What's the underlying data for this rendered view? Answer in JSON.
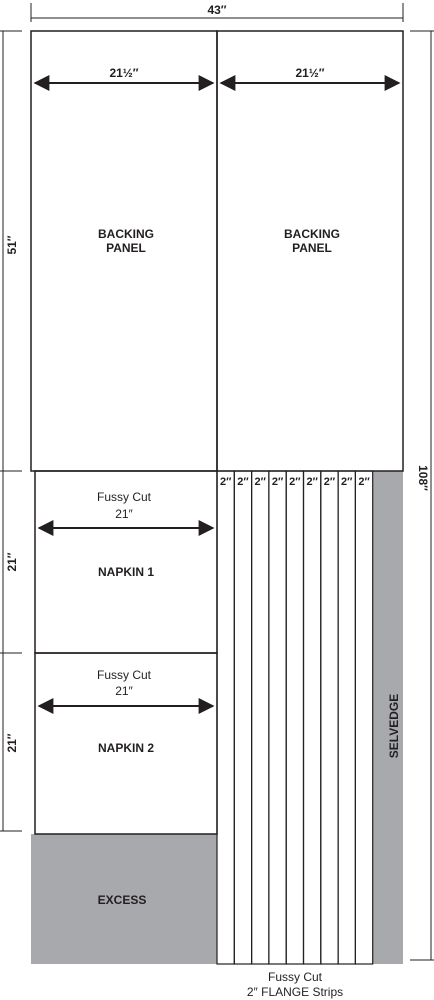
{
  "dimensions": {
    "total_width": "43″",
    "panel_left_width": "21½″",
    "panel_right_width": "21½″",
    "backing_height": "51″",
    "napkin1_height": "21″",
    "napkin2_height": "21″",
    "total_length": "108″"
  },
  "panels": {
    "backing_left": [
      "BACKING",
      "PANEL"
    ],
    "backing_right": [
      "BACKING",
      "PANEL"
    ]
  },
  "napkins": [
    {
      "cut": "Fussy Cut",
      "width": "21″",
      "name": "NAPKIN 1"
    },
    {
      "cut": "Fussy Cut",
      "width": "21″",
      "name": "NAPKIN 2"
    }
  ],
  "excess_label": "EXCESS",
  "selvedge_label": "SELVEDGE",
  "flange": {
    "strip_width": "2″",
    "strip_count": 9,
    "caption": [
      "Fussy Cut",
      "2″ FLANGE Strips"
    ]
  },
  "colors": {
    "line": "#231f20",
    "gray_fill": "#a7a9ac",
    "background": "#ffffff"
  }
}
